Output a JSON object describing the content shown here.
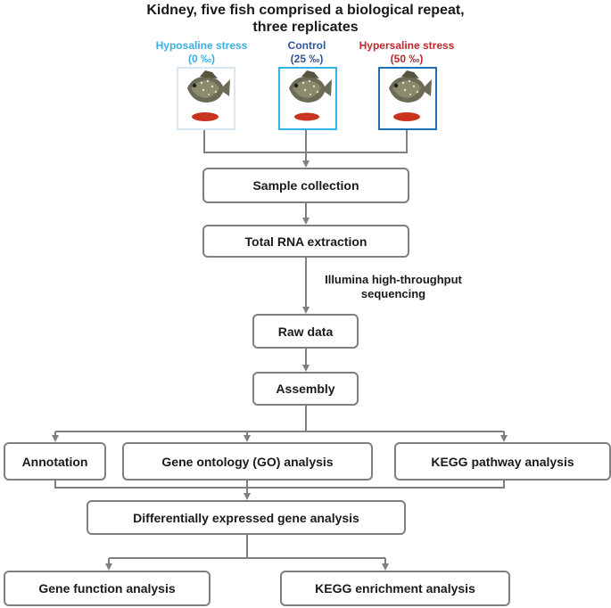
{
  "header": {
    "line1": "Kidney, five fish comprised a biological repeat,",
    "line2": "three replicates"
  },
  "groups": [
    {
      "name": "Hyposaline stress",
      "value": "(0 ‰)",
      "color": "#3aaee0",
      "border": "#d6e6f3"
    },
    {
      "name": "Control",
      "value": "(25 ‰)",
      "color": "#2e5597",
      "border": "#2fb4e8"
    },
    {
      "name": "Hypersaline stress",
      "value": "(50 ‰)",
      "color": "#c0282d",
      "border": "#1f6fb8"
    }
  ],
  "steps": {
    "sample_collection": "Sample collection",
    "rna_extraction": "Total RNA extraction",
    "sequencing_note_1": "Illumina high-throughput",
    "sequencing_note_2": "sequencing",
    "raw_data": "Raw data",
    "assembly": "Assembly",
    "annotation": "Annotation",
    "go_analysis": "Gene ontology (GO) analysis",
    "kegg_pathway": "KEGG pathway analysis",
    "deg_analysis": "Differentially expressed gene analysis",
    "gene_function": "Gene function analysis",
    "kegg_enrichment": "KEGG enrichment analysis"
  },
  "colors": {
    "connector": "#7f7f7f",
    "box_border": "#7f7f7f",
    "tissue": "#c8341f",
    "fish_body": "#6b6a55"
  }
}
